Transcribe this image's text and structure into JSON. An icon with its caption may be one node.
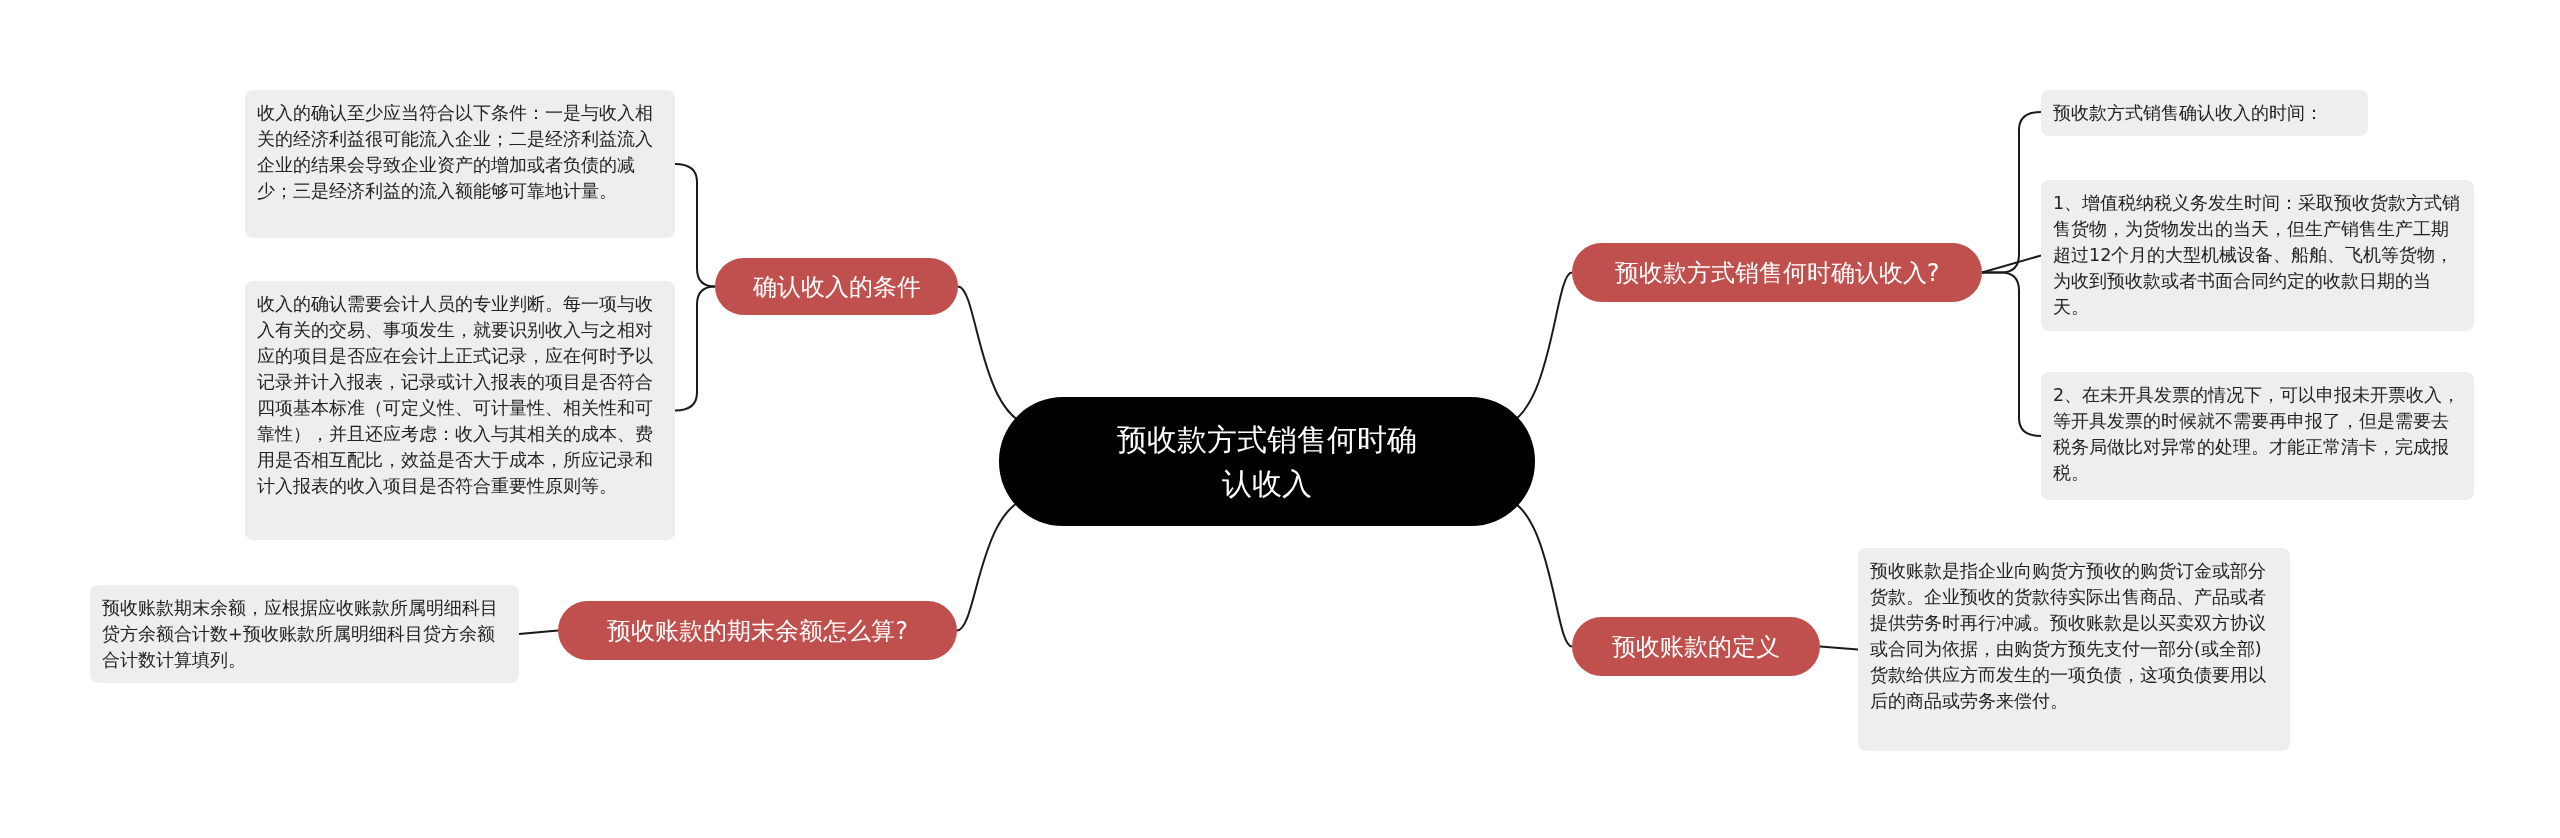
{
  "diagram": {
    "nodes": [
      {
        "text": [
          "预收款方式销售何时确认收入"
        ]
      },
      {
        "text": [
          "确认收入的条件"
        ]
      },
      {
        "text": [
          "收入的确认至少应当符合以下条件：一是与收入相关的经济利益很可能流入企业；二是经济利益流入企业的结果会导致企业资产的增加或者负债的减少；三是经济利益的流入额能够可靠地计量。"
        ]
      },
      {
        "text": [
          "收入的确认需要会计人员的专业判断。每一项与收入有关的交易、事项发生，就要识别收入与之相对应的项目是否应在会计上正式记录，应在何时予以记录并计入报表，记录或计入报表的项目是否符合四项基本标准（可定义性、可计量性、相关性和可靠性），并且还应考虑：收入与其相关的成本、费用是否相互配比，效益是否大于成本，所应记录和计入报表的收入项目是否符合重要性原则等。"
        ]
      },
      {
        "text": [
          "预收账款的期末余额怎么算?"
        ]
      },
      {
        "text": [
          "预收账款期末余额，应根据应收账款所属明细科目贷方余额合计数+预收账款所属明细科目贷方余额合计数计算填列。"
        ]
      },
      {
        "text": [
          "预收款方式销售何时确认收入?"
        ]
      },
      {
        "text": [
          "预收款方式销售确认收入的时间："
        ]
      },
      {
        "text": [
          "1、增值税纳税义务发生时间：采取预收货款方式销售货物，为货物发出的当天，但生产销售生产工期超过12个月的大型机械设备、船舶、飞机等货物，为收到预收款或者书面合同约定的收款日期的当天。"
        ]
      },
      {
        "text": [
          "2、在未开具发票的情况下，可以申报未开票收入，等开具发票的时候就不需要再申报了，但是需要去税务局做比对异常的处理。才能正常清卡，完成报税。"
        ]
      },
      {
        "text": [
          "预收账款的定义"
        ]
      },
      {
        "text": [
          "预收账款是指企业向购货方预收的购货订金或部分货款。企业预收的货款待实际出售商品、产品或者提供劳务时再行冲减。预收账款是以买卖双方协议或合同为依据，由购货方预先支付一部分(或全部)货款给供应方而发生的一项负债，这项负债要用以后的商品或劳务来偿付。"
        ]
      }
    ],
    "edges": [
      {
        "from": 0,
        "to": 1,
        "arrow": "none"
      },
      {
        "from": 1,
        "to": 2,
        "arrow": "none"
      },
      {
        "from": 1,
        "to": 3,
        "arrow": "none"
      },
      {
        "from": 0,
        "to": 4,
        "arrow": "none"
      },
      {
        "from": 4,
        "to": 5,
        "arrow": "none"
      },
      {
        "from": 0,
        "to": 6,
        "arrow": "none"
      },
      {
        "from": 6,
        "to": 7,
        "arrow": "none"
      },
      {
        "from": 6,
        "to": 8,
        "arrow": "none"
      },
      {
        "from": 6,
        "to": 9,
        "arrow": "none"
      },
      {
        "from": 0,
        "to": 10,
        "arrow": "none"
      },
      {
        "from": 10,
        "to": 11,
        "arrow": "none"
      }
    ]
  }
}
